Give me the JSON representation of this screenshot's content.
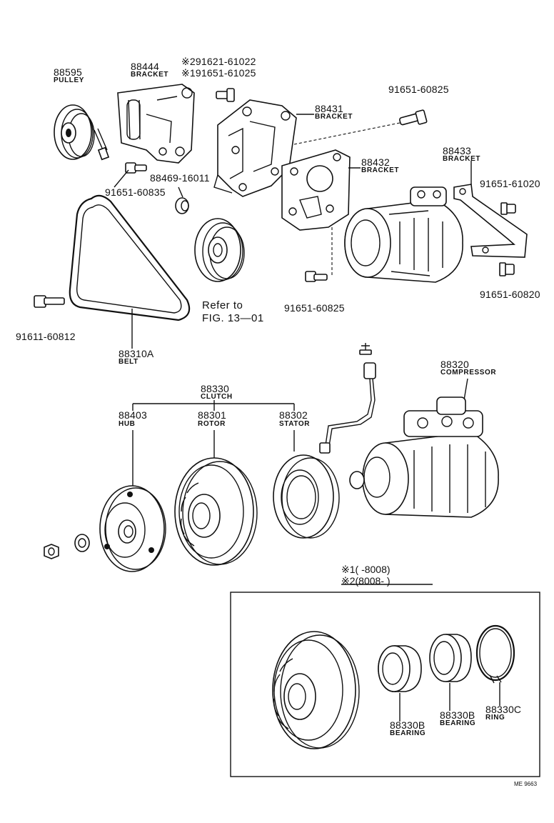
{
  "parts": {
    "pulley": {
      "number": "88595",
      "name": "PULLEY"
    },
    "bracket_88444": {
      "number": "88444",
      "name": "BRACKET"
    },
    "bolt_star_ref_1": "※291621-61022",
    "bolt_star_ref_2": "※191651-61025",
    "bracket_88431": {
      "number": "88431",
      "name": "BRACKET"
    },
    "bolt_91651_60825_top": "91651-60825",
    "bracket_88432": {
      "number": "88432",
      "name": "BRACKET"
    },
    "bracket_88433": {
      "number": "88433",
      "name": "BRACKET"
    },
    "bolt_91651_61020": "91651-61020",
    "spacer_88469_16011": "88469-16011",
    "bolt_91651_60835": "91651-60835",
    "refer_line1": "Refer to",
    "refer_line2": "FIG. 13—01",
    "bolt_91651_60825_bottom": "91651-60825",
    "bolt_91651_60820": "91651-60820",
    "bolt_91611_60812": "91611-60812",
    "belt": {
      "number": "88310A",
      "name": "BELT"
    },
    "compressor": {
      "number": "88320",
      "name": "COMPRESSOR"
    },
    "clutch": {
      "number": "88330",
      "name": "CLUTCH"
    },
    "hub": {
      "number": "88403",
      "name": "HUB"
    },
    "rotor": {
      "number": "88301",
      "name": "ROTOR"
    },
    "stator": {
      "number": "88302",
      "name": "STATOR"
    }
  },
  "notes": {
    "note1": "※1(       -8008)",
    "note2": "※2(8008-          )"
  },
  "detail": {
    "bearing_a": {
      "number": "88330B",
      "name": "BEARING"
    },
    "bearing_b": {
      "number": "88330B",
      "name": "BEARING"
    },
    "ring": {
      "number": "88330C",
      "name": "RING"
    }
  },
  "footer": {
    "code": "ME 9663"
  }
}
